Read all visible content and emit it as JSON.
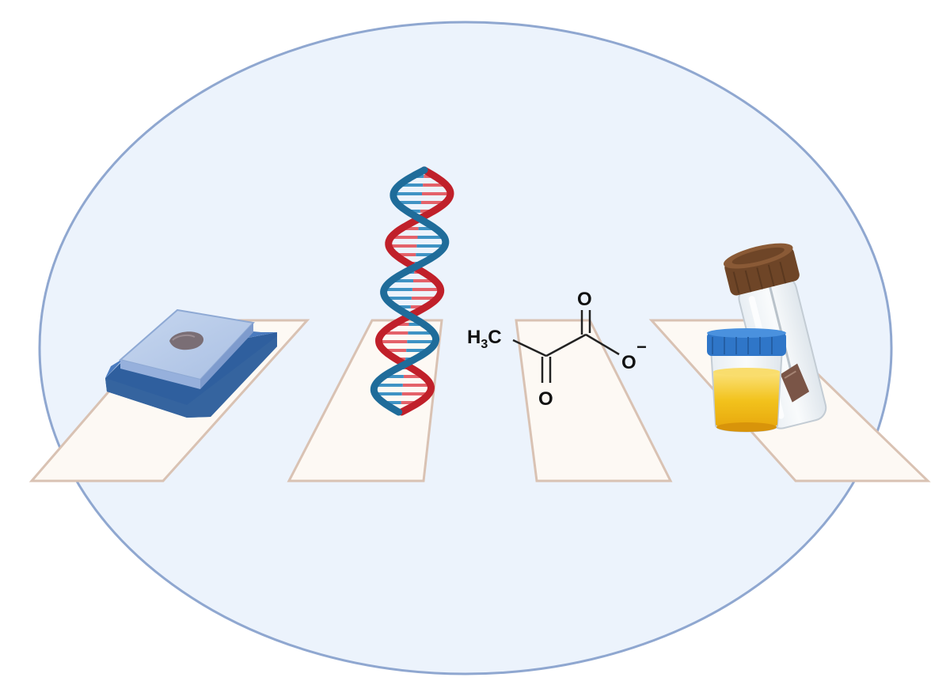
{
  "diagram": {
    "colors": {
      "background_ellipse_fill": "#ecf3fc",
      "background_ellipse_stroke": "#8fa7d0",
      "platform_fill": "#fdf9f4",
      "platform_stroke": "#d9c2b3",
      "dna_strand_red": "#c0202a",
      "dna_strand_blue": "#1f6c9a",
      "scale_blue": "#3f6fb0",
      "urine_yellow": "#f2c21c",
      "cap_blue": "#2f76c8",
      "cap_brown": "#6e4527",
      "stool_sample": "#7a5547"
    },
    "panels": [
      {
        "id": "weighing-scale",
        "icon": "weighing-scale-with-tissue-icon"
      },
      {
        "id": "dna",
        "icon": "dna-double-helix-icon"
      },
      {
        "id": "metabolite",
        "icon": "pyruvate-structure-icon"
      },
      {
        "id": "sample-containers",
        "icon": "urine-cup-and-stool-tube-icon"
      }
    ],
    "molecule": {
      "name_visible": "",
      "methyl_label_H": "H",
      "methyl_label_sub": "3",
      "methyl_label_C": "C",
      "carbonyl_O_top": "O",
      "keto_O_bottom": "O",
      "carboxylate_O": "O",
      "charge": "−"
    }
  }
}
